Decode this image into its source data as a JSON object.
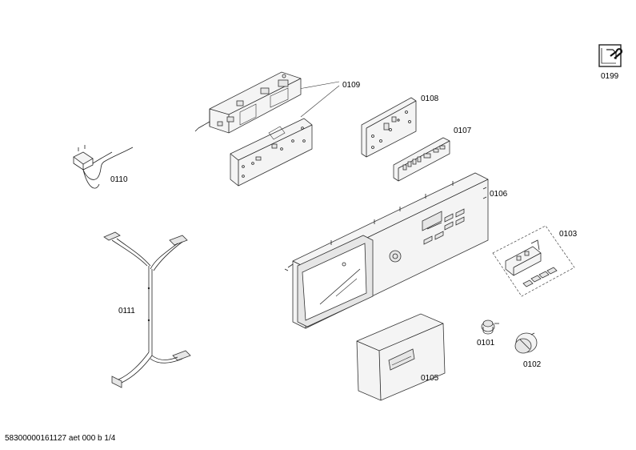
{
  "labels": {
    "p0199": "0199",
    "p0109": "0109",
    "p0108": "0108",
    "p0107": "0107",
    "p0110": "0110",
    "p0106": "0106",
    "p0103": "0103",
    "p0111": "0111",
    "p0101": "0101",
    "p0102": "0102",
    "p0105": "0105"
  },
  "footer": "58300000161127 aet 000 b 1/4",
  "icons": {
    "service": "wrench-icon"
  }
}
